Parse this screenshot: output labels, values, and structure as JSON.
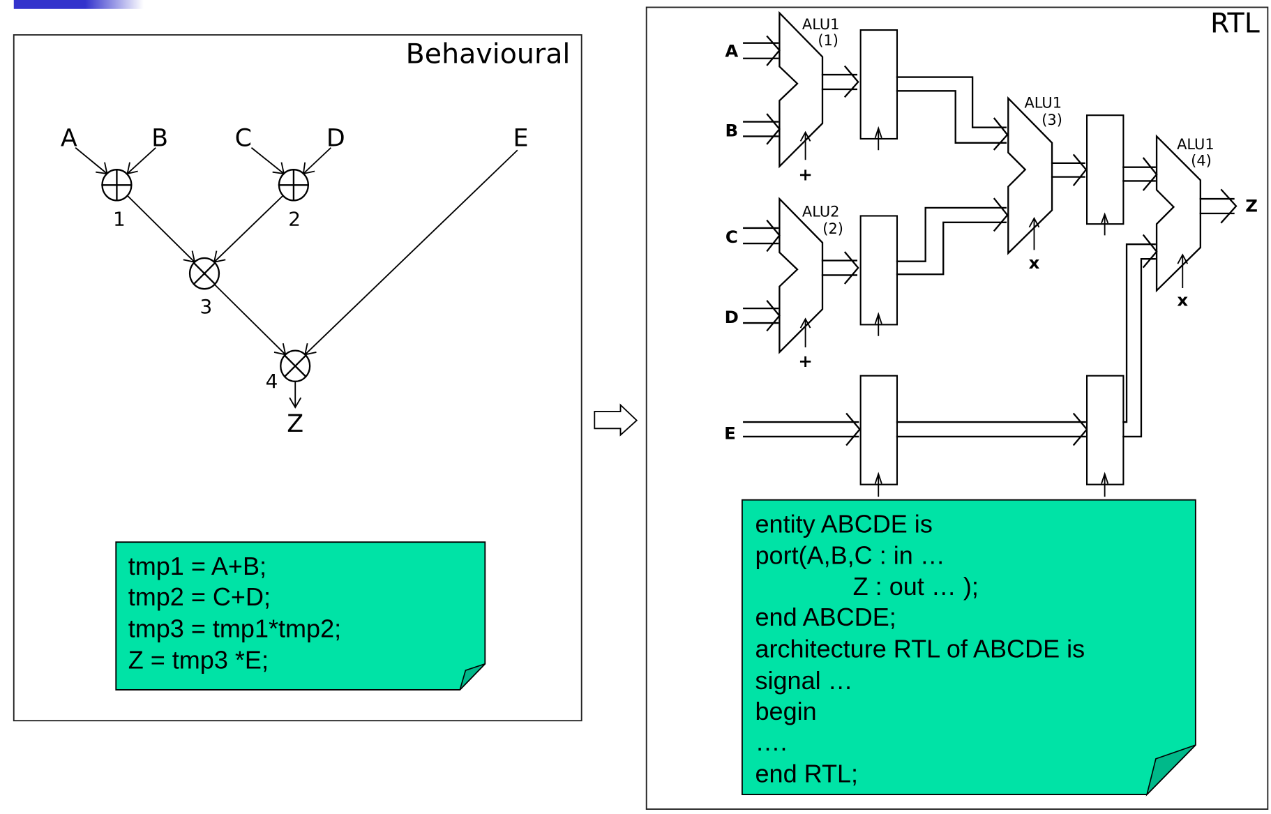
{
  "header": {
    "accent_bar_color": "#3333cc"
  },
  "behavioural": {
    "title": "Behavioural",
    "inputs": [
      "A",
      "B",
      "C",
      "D",
      "E"
    ],
    "nodes": [
      {
        "id": "1",
        "op": "add",
        "symbol": "⊕"
      },
      {
        "id": "2",
        "op": "add",
        "symbol": "⊕"
      },
      {
        "id": "3",
        "op": "multiply",
        "symbol": "⊗"
      },
      {
        "id": "4",
        "op": "multiply",
        "symbol": "⊗"
      }
    ],
    "output": "Z",
    "code_lines": [
      "tmp1 = A+B;",
      "tmp2 = C+D;",
      "tmp3 = tmp1*tmp2;",
      "Z = tmp3 *E;"
    ]
  },
  "transition_arrow": "right-arrow",
  "rtl": {
    "title": "RTL",
    "inputs": [
      "A",
      "B",
      "C",
      "D",
      "E"
    ],
    "output": "Z",
    "alus": [
      {
        "name": "ALU1",
        "step": "(1)",
        "op": "+"
      },
      {
        "name": "ALU2",
        "step": "(2)",
        "op": "+"
      },
      {
        "name": "ALU1",
        "step": "(3)",
        "op": "x"
      },
      {
        "name": "ALU1",
        "step": "(4)",
        "op": "x"
      }
    ],
    "code_lines": [
      "entity ABCDE is",
      "port(A,B,C : in …",
      "              Z : out … );",
      "end ABCDE;",
      "architecture RTL of ABCDE is",
      "signal …",
      "begin",
      "….",
      "end RTL;"
    ]
  },
  "colors": {
    "note_fill": "#00e3a6",
    "note_fold": "#00b98a"
  }
}
